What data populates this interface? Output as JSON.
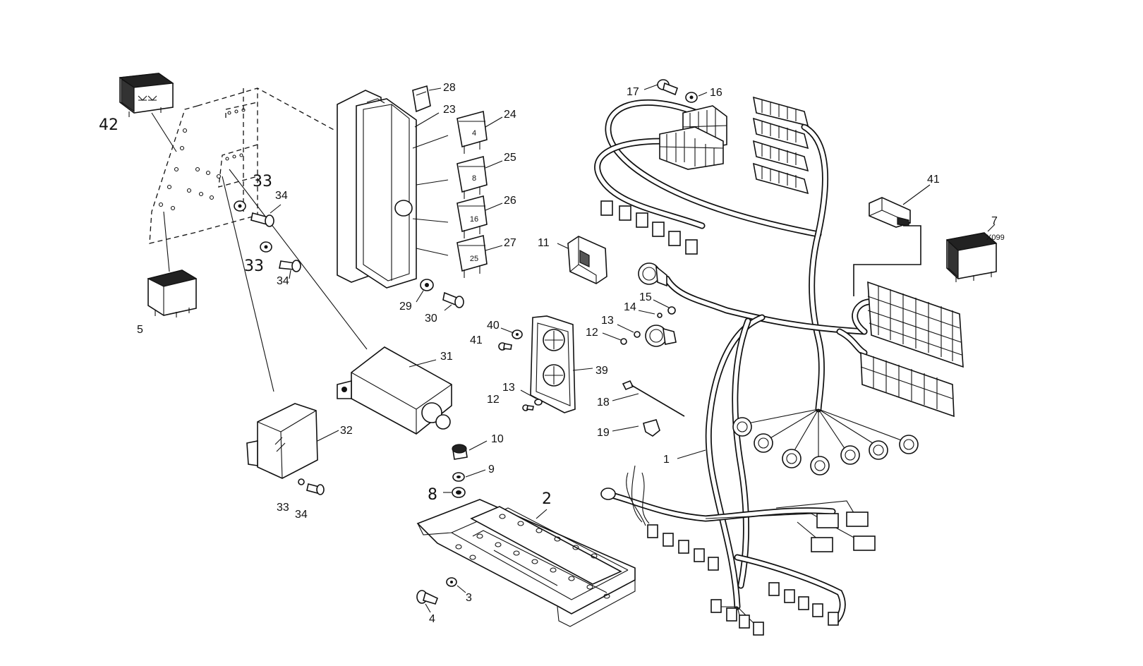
{
  "labels": {
    "l1": "1",
    "l2": "2",
    "l3": "3",
    "l4": "4",
    "l5": "5",
    "l7": "7",
    "l8": "8",
    "l9": "9",
    "l10": "10",
    "l11": "11",
    "l12a": "12",
    "l12b": "12",
    "l13a": "13",
    "l13b": "13",
    "l14": "14",
    "l15": "15",
    "l16": "16",
    "l17": "17",
    "l18": "18",
    "l19": "19",
    "l23": "23",
    "l24": "24",
    "l25": "25",
    "l26": "26",
    "l27": "27",
    "l28": "28",
    "l29": "29",
    "l30": "30",
    "l31": "31",
    "l32": "32",
    "l33a": "33",
    "l33b": "33",
    "l33c": "33",
    "l34a": "34",
    "l34b": "34",
    "l34c": "34",
    "l39": "39",
    "l40": "40",
    "l41a": "41",
    "l41b": "41",
    "l42": "42"
  },
  "fuse_ratings": [
    "4",
    "8",
    "16",
    "25"
  ],
  "relay_code": "X099"
}
